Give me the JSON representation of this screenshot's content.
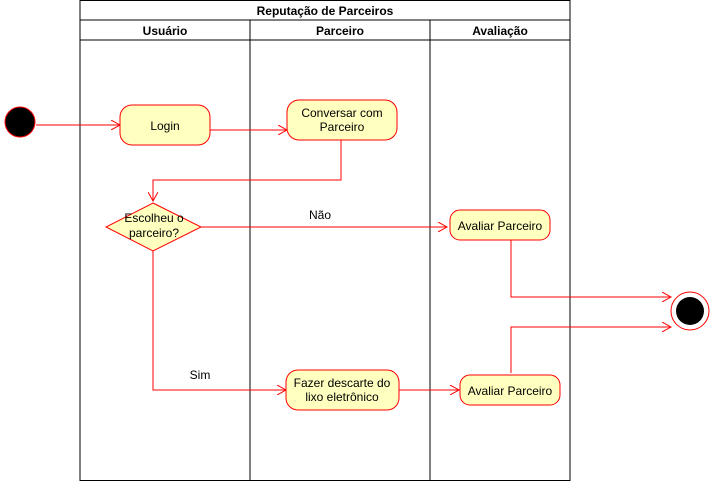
{
  "diagram": {
    "title": "Reputação de Parceiros",
    "lanes": [
      {
        "id": "usuario",
        "label": "Usuário"
      },
      {
        "id": "parceiro",
        "label": "Parceiro"
      },
      {
        "id": "avaliacao",
        "label": "Avaliação"
      }
    ],
    "nodes": {
      "login": {
        "label": "Login"
      },
      "conversar": {
        "line1": "Conversar com",
        "line2": "Parceiro"
      },
      "decision": {
        "line1": "Escolheu o",
        "line2": "parceiro?"
      },
      "avaliar_top": {
        "label": "Avaliar Parceiro"
      },
      "descarte": {
        "line1": "Fazer descarte do",
        "line2": "lixo eletrônico"
      },
      "avaliar_bottom": {
        "label": "Avaliar Parceiro"
      }
    },
    "edge_labels": {
      "nao": "Não",
      "sim": "Sim"
    },
    "colors": {
      "activity_fill": "#ffffc0",
      "flow": "#ff0000",
      "node_stroke": "#ff0000",
      "pool_stroke": "#000000",
      "terminal": "#000000"
    }
  }
}
